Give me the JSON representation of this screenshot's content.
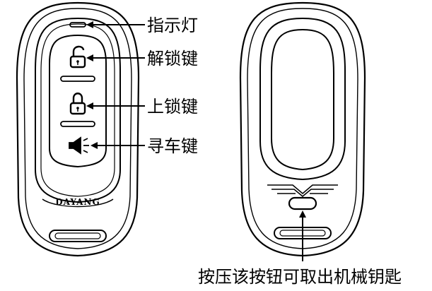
{
  "front": {
    "brand": "DAYANG",
    "labels": {
      "indicator": "指示灯",
      "unlock": "解锁键",
      "lock": "上锁键",
      "find_car": "寻车键"
    }
  },
  "back": {
    "release_caption": "按压该按钮可取出机械钥匙"
  }
}
